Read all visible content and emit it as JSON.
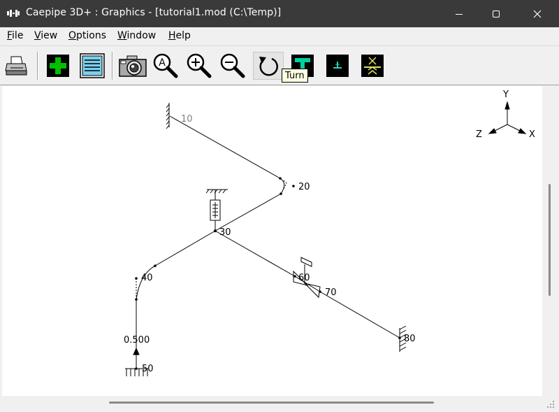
{
  "window": {
    "title": "Caepipe 3D+ : Graphics -  [tutorial1.mod (C:\\Temp)]",
    "controls": [
      "minimize",
      "maximize",
      "close"
    ]
  },
  "menu": [
    {
      "label": "File",
      "mnemonic": "F",
      "rest": "ile"
    },
    {
      "label": "View",
      "mnemonic": "V",
      "rest": "iew"
    },
    {
      "label": "Options",
      "mnemonic": "O",
      "rest": "ptions"
    },
    {
      "label": "Window",
      "mnemonic": "W",
      "rest": "indow"
    },
    {
      "label": "Help",
      "mnemonic": "H",
      "rest": "elp"
    }
  ],
  "toolbar": {
    "buttons": [
      {
        "name": "print-button",
        "icon": "printer-icon"
      },
      {
        "name": "add-button",
        "icon": "green-plus-icon"
      },
      {
        "name": "list-button",
        "icon": "document-list-icon"
      },
      {
        "name": "snapshot-button",
        "icon": "camera-icon"
      },
      {
        "name": "zoom-all-button",
        "icon": "zoom-a-icon"
      },
      {
        "name": "zoom-in-button",
        "icon": "zoom-in-icon"
      },
      {
        "name": "zoom-out-button",
        "icon": "zoom-out-icon"
      },
      {
        "name": "turn-button",
        "icon": "rotate-icon",
        "pressed": true
      },
      {
        "name": "render-solid-button",
        "icon": "solid-pipe-icon"
      },
      {
        "name": "render-line-button",
        "icon": "line-pipe-icon"
      },
      {
        "name": "render-support-button",
        "icon": "support-icon"
      }
    ],
    "tooltip": "Turn"
  },
  "graphics": {
    "axes": {
      "y": "Y",
      "z": "Z",
      "x": "X"
    },
    "nodes": [
      {
        "id": "node-10",
        "label": "10",
        "color": "#808080"
      },
      {
        "id": "node-20",
        "label": "20",
        "color": "#000000"
      },
      {
        "id": "node-30",
        "label": "30",
        "color": "#000000"
      },
      {
        "id": "node-40",
        "label": "40",
        "color": "#000000"
      },
      {
        "id": "node-50",
        "label": "50",
        "color": "#000000"
      },
      {
        "id": "node-60",
        "label": "60",
        "color": "#000000"
      },
      {
        "id": "node-70",
        "label": "70",
        "color": "#000000"
      },
      {
        "id": "node-80",
        "label": "80",
        "color": "#000000"
      }
    ],
    "annotation": "0.500"
  }
}
